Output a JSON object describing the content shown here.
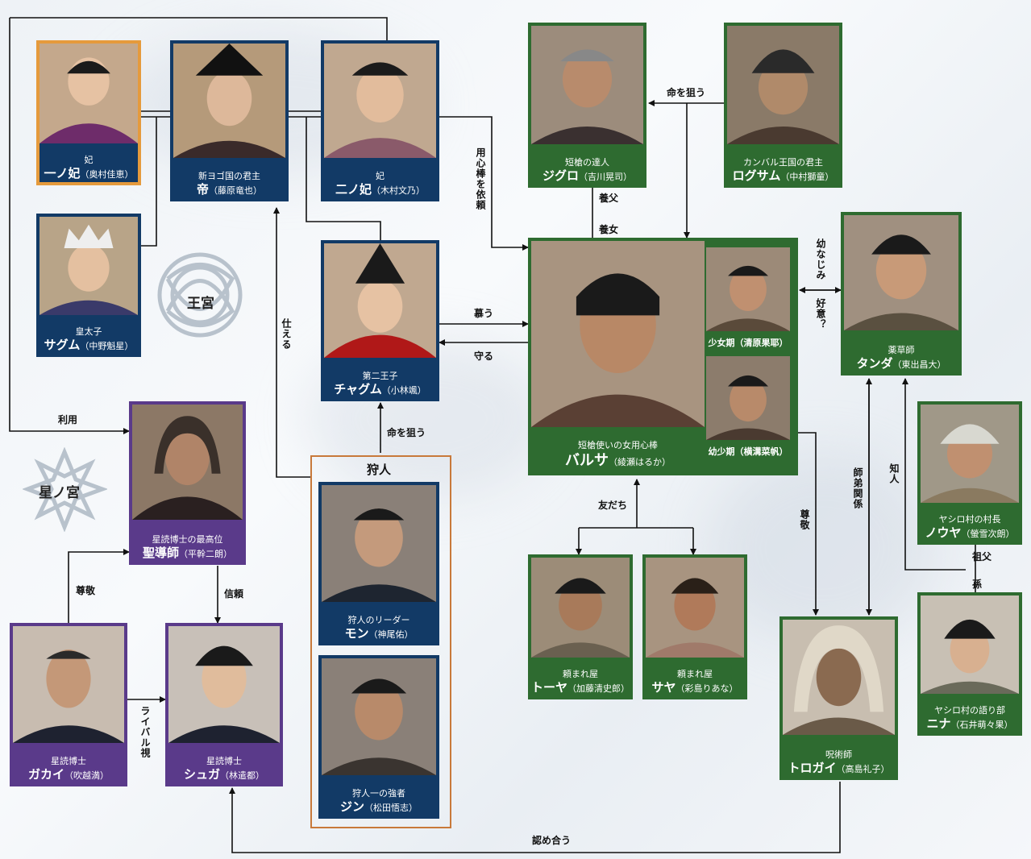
{
  "colors": {
    "green": "#2e6b30",
    "navy": "#123a66",
    "purple": "#5a3a8a",
    "orange": "#c8793a"
  },
  "emblems": {
    "palace": "王宮",
    "star": "星ノ宮"
  },
  "groups": {
    "hunters": "狩人"
  },
  "cards": {
    "ichinohi": {
      "role": "妃",
      "name": "一ノ妃",
      "actor": "（奥村佳恵）"
    },
    "mikado": {
      "role": "新ヨゴ国の君主",
      "name": "帝",
      "actor": "（藤原竜也）"
    },
    "ninohi": {
      "role": "妃",
      "name": "二ノ妃",
      "actor": "（木村文乃）"
    },
    "jiguro": {
      "role": "短槍の達人",
      "name": "ジグロ",
      "actor": "（吉川晃司）"
    },
    "rogusamu": {
      "role": "カンバル王国の君主",
      "name": "ログサム",
      "actor": "（中村獅童）"
    },
    "sagumu": {
      "role": "皇太子",
      "name": "サグム",
      "actor": "（中野魁星）"
    },
    "chagumu": {
      "role": "第二王子",
      "name": "チャグム",
      "actor": "（小林颯）"
    },
    "balsa": {
      "role": "短槍使いの女用心棒",
      "name": "バルサ",
      "actor": "（綾瀬はるか）"
    },
    "shojo": {
      "role": "少女期",
      "actor": "（清原果耶）"
    },
    "yoshoki": {
      "role": "幼少期",
      "actor": "（横溝菜帆）"
    },
    "tanda": {
      "role": "薬草師",
      "name": "タンダ",
      "actor": "（東出昌大）"
    },
    "seidoushi": {
      "role": "星読博士の最高位",
      "name": "聖導師",
      "actor": "（平幹二朗）"
    },
    "mon": {
      "role": "狩人のリーダー",
      "name": "モン",
      "actor": "（神尾佑）"
    },
    "jin": {
      "role": "狩人一の強者",
      "name": "ジン",
      "actor": "（松田悟志）"
    },
    "noya": {
      "role": "ヤシロ村の村長",
      "name": "ノウヤ",
      "actor": "（螢雪次朗）"
    },
    "toya": {
      "role": "頼まれ屋",
      "name": "トーヤ",
      "actor": "（加藤清史郎）"
    },
    "saya": {
      "role": "頼まれ屋",
      "name": "サヤ",
      "actor": "（彩島りあな）"
    },
    "gakai": {
      "role": "星読博士",
      "name": "ガカイ",
      "actor": "（吹越満）"
    },
    "shuga": {
      "role": "星読博士",
      "name": "シュガ",
      "actor": "（林遣都）"
    },
    "torogai": {
      "role": "呪術師",
      "name": "トロガイ",
      "actor": "（高島礼子）"
    },
    "nina": {
      "role": "ヤシロ村の語り部",
      "name": "ニナ",
      "actor": "（石井萌々果）"
    }
  },
  "relations": {
    "inochi1": "命を狙う",
    "youfu": "養父",
    "youjo": "養女",
    "youjinbou": "用心棒を依頼",
    "shitau": "慕う",
    "mamoru": "守る",
    "tsukaeru": "仕える",
    "riyou": "利用",
    "inochi2": "命を狙う",
    "osananajimi": "幼なじみ",
    "koui": "好意？",
    "tomodachi": "友だち",
    "sonkei_balsa": "尊敬",
    "shitei": "師弟関係",
    "chijin": "知人",
    "sofu": "祖父",
    "mago": "孫",
    "sonkei_gakai": "尊敬",
    "shinrai": "信頼",
    "rival": "ライバル視",
    "mitomeau": "認め合う"
  }
}
